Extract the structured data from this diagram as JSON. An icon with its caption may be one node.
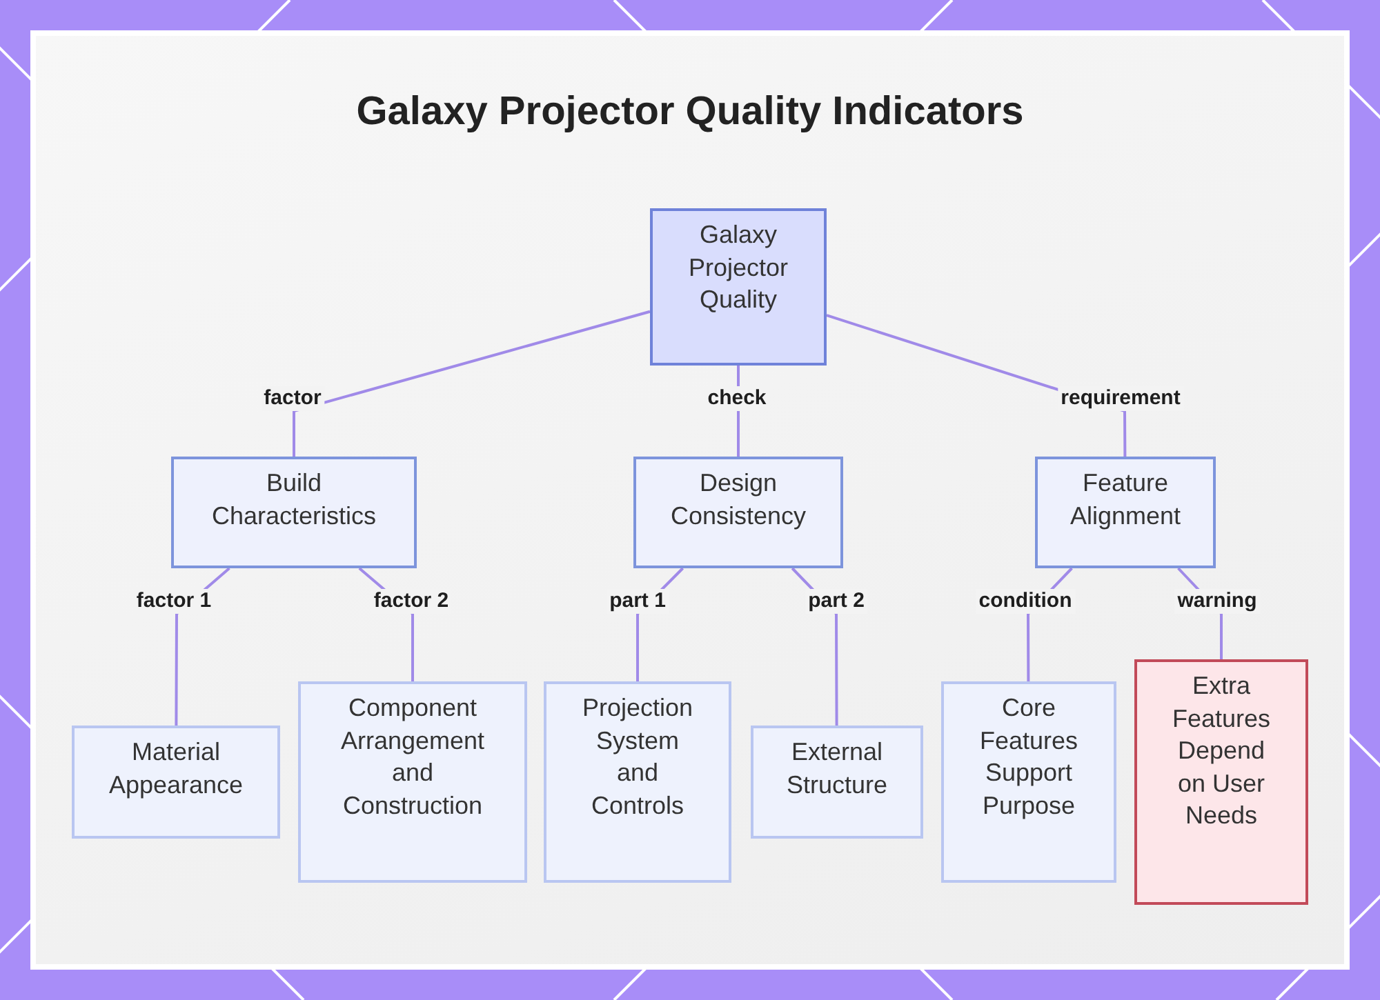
{
  "diagram": {
    "title": "Galaxy Projector Quality Indicators",
    "nodes": [
      {
        "text": [
          "Galaxy Projector Quality"
        ]
      },
      {
        "text": [
          "Build Characteristics"
        ]
      },
      {
        "text": [
          "Design Consistency"
        ]
      },
      {
        "text": [
          "Feature Alignment"
        ]
      },
      {
        "text": [
          "Material Appearance"
        ]
      },
      {
        "text": [
          "Component Arrangement and Construction"
        ]
      },
      {
        "text": [
          "Projection System and Controls"
        ]
      },
      {
        "text": [
          "External Structure"
        ]
      },
      {
        "text": [
          "Core Features Support Purpose"
        ]
      },
      {
        "text": [
          "Extra Features Depend on User Needs"
        ]
      }
    ],
    "edges": [
      {
        "from": 0,
        "to": 1,
        "arrow": "none",
        "label": "factor"
      },
      {
        "from": 0,
        "to": 2,
        "arrow": "none",
        "label": "check"
      },
      {
        "from": 0,
        "to": 3,
        "arrow": "none",
        "label": "requirement"
      },
      {
        "from": 1,
        "to": 4,
        "arrow": "none",
        "label": "factor 1"
      },
      {
        "from": 1,
        "to": 5,
        "arrow": "none",
        "label": "factor 2"
      },
      {
        "from": 2,
        "to": 6,
        "arrow": "none",
        "label": "part 1"
      },
      {
        "from": 2,
        "to": 7,
        "arrow": "none",
        "label": "part 2"
      },
      {
        "from": 3,
        "to": 8,
        "arrow": "none",
        "label": "condition"
      },
      {
        "from": 3,
        "to": 9,
        "arrow": "none",
        "label": "warning"
      }
    ]
  }
}
